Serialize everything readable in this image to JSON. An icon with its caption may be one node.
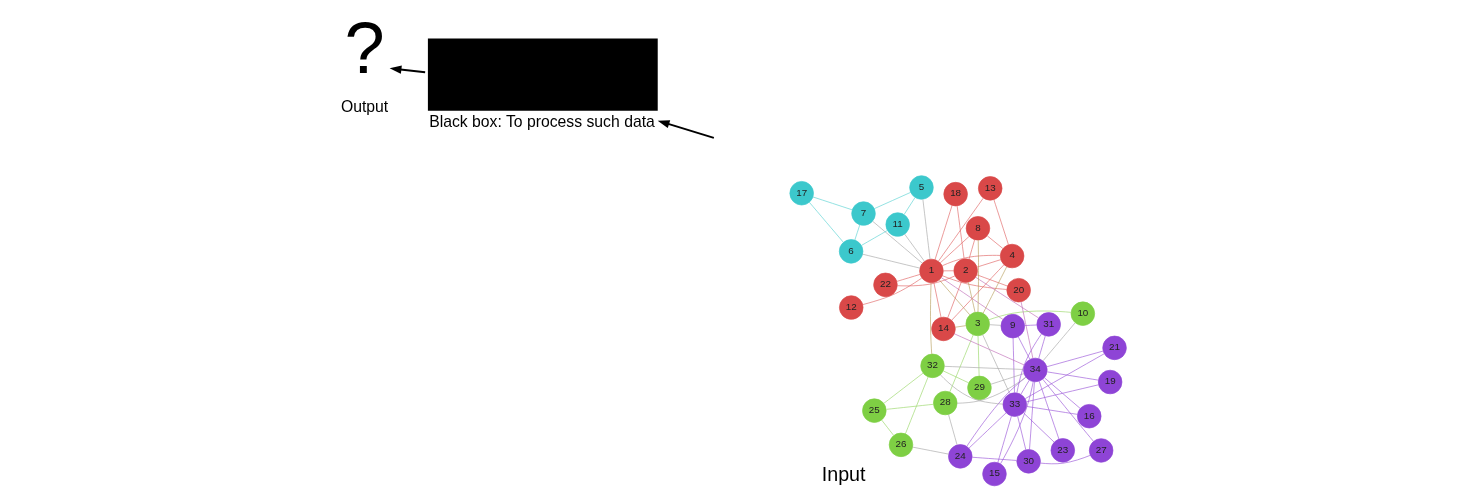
{
  "diagram": {
    "nodes": [
      {
        "text": [
          "1"
        ]
      },
      {
        "text": [
          "2"
        ]
      },
      {
        "text": [
          "3"
        ]
      },
      {
        "text": [
          "4"
        ]
      },
      {
        "text": [
          "5"
        ]
      },
      {
        "text": [
          "6"
        ]
      },
      {
        "text": [
          "7"
        ]
      },
      {
        "text": [
          "8"
        ]
      },
      {
        "text": [
          "9"
        ]
      },
      {
        "text": [
          "10"
        ]
      },
      {
        "text": [
          "11"
        ]
      },
      {
        "text": [
          "12"
        ]
      },
      {
        "text": [
          "13"
        ]
      },
      {
        "text": [
          "14"
        ]
      },
      {
        "text": [
          "15"
        ]
      },
      {
        "text": [
          "16"
        ]
      },
      {
        "text": [
          "17"
        ]
      },
      {
        "text": [
          "18"
        ]
      },
      {
        "text": [
          "19"
        ]
      },
      {
        "text": [
          "20"
        ]
      },
      {
        "text": [
          "21"
        ]
      },
      {
        "text": [
          "22"
        ]
      },
      {
        "text": [
          "23"
        ]
      },
      {
        "text": [
          "24"
        ]
      },
      {
        "text": [
          "25"
        ]
      },
      {
        "text": [
          "26"
        ]
      },
      {
        "text": [
          "27"
        ]
      },
      {
        "text": [
          "28"
        ]
      },
      {
        "text": [
          "29"
        ]
      },
      {
        "text": [
          "30"
        ]
      },
      {
        "text": [
          "31"
        ]
      },
      {
        "text": [
          "32"
        ]
      },
      {
        "text": [
          "33"
        ]
      },
      {
        "text": [
          "34"
        ]
      },
      {
        "text": [],
        "shape": "box",
        "beside": [
          "Black box: To process such data"
        ]
      },
      {
        "text": [
          "?"
        ],
        "beside": [
          "Output"
        ]
      }
    ],
    "edges": [
      {
        "from": 0,
        "to": 1,
        "arrow": "none",
        "color": "#e06666"
      },
      {
        "from": 0,
        "to": 2,
        "arrow": "none",
        "color": "#b8a060"
      },
      {
        "from": 0,
        "to": 3,
        "arrow": "none",
        "color": "#e06666"
      },
      {
        "from": 0,
        "to": 4,
        "arrow": "none",
        "color": "#a8a8a8"
      },
      {
        "from": 0,
        "to": 5,
        "arrow": "none",
        "color": "#a8a8a8"
      },
      {
        "from": 0,
        "to": 6,
        "arrow": "none",
        "color": "#a8a8a8"
      },
      {
        "from": 0,
        "to": 7,
        "arrow": "none",
        "color": "#e06666"
      },
      {
        "from": 0,
        "to": 8,
        "arrow": "none",
        "color": "#c070b8"
      },
      {
        "from": 0,
        "to": 10,
        "arrow": "none",
        "color": "#a8a8a8"
      },
      {
        "from": 0,
        "to": 11,
        "arrow": "none",
        "color": "#e06666"
      },
      {
        "from": 0,
        "to": 12,
        "arrow": "none",
        "color": "#e06666"
      },
      {
        "from": 0,
        "to": 13,
        "arrow": "none",
        "color": "#e06666"
      },
      {
        "from": 0,
        "to": 17,
        "arrow": "none",
        "color": "#e06666"
      },
      {
        "from": 0,
        "to": 19,
        "arrow": "none",
        "color": "#e06666"
      },
      {
        "from": 0,
        "to": 21,
        "arrow": "none",
        "color": "#e06666"
      },
      {
        "from": 0,
        "to": 31,
        "arrow": "none",
        "color": "#b8a060"
      },
      {
        "from": 1,
        "to": 2,
        "arrow": "none",
        "color": "#b8a060"
      },
      {
        "from": 1,
        "to": 3,
        "arrow": "none",
        "color": "#e06666"
      },
      {
        "from": 1,
        "to": 7,
        "arrow": "none",
        "color": "#e06666"
      },
      {
        "from": 1,
        "to": 13,
        "arrow": "none",
        "color": "#e06666"
      },
      {
        "from": 1,
        "to": 17,
        "arrow": "none",
        "color": "#e06666"
      },
      {
        "from": 1,
        "to": 19,
        "arrow": "none",
        "color": "#e06666"
      },
      {
        "from": 1,
        "to": 21,
        "arrow": "none",
        "color": "#e06666"
      },
      {
        "from": 1,
        "to": 30,
        "arrow": "none",
        "color": "#c070b8"
      },
      {
        "from": 2,
        "to": 3,
        "arrow": "none",
        "color": "#b8a060"
      },
      {
        "from": 2,
        "to": 7,
        "arrow": "none",
        "color": "#b8a060"
      },
      {
        "from": 2,
        "to": 8,
        "arrow": "none",
        "color": "#a8a8a8"
      },
      {
        "from": 2,
        "to": 9,
        "arrow": "none",
        "color": "#9ad86a"
      },
      {
        "from": 2,
        "to": 13,
        "arrow": "none",
        "color": "#b8a060"
      },
      {
        "from": 2,
        "to": 27,
        "arrow": "none",
        "color": "#9ad86a"
      },
      {
        "from": 2,
        "to": 28,
        "arrow": "none",
        "color": "#9ad86a"
      },
      {
        "from": 2,
        "to": 32,
        "arrow": "none",
        "color": "#a8a8a8"
      },
      {
        "from": 3,
        "to": 7,
        "arrow": "none",
        "color": "#e06666"
      },
      {
        "from": 3,
        "to": 12,
        "arrow": "none",
        "color": "#e06666"
      },
      {
        "from": 3,
        "to": 13,
        "arrow": "none",
        "color": "#e06666"
      },
      {
        "from": 4,
        "to": 6,
        "arrow": "none",
        "color": "#5cd3d3"
      },
      {
        "from": 4,
        "to": 10,
        "arrow": "none",
        "color": "#5cd3d3"
      },
      {
        "from": 5,
        "to": 6,
        "arrow": "none",
        "color": "#5cd3d3"
      },
      {
        "from": 5,
        "to": 10,
        "arrow": "none",
        "color": "#5cd3d3"
      },
      {
        "from": 5,
        "to": 16,
        "arrow": "none",
        "color": "#5cd3d3"
      },
      {
        "from": 6,
        "to": 16,
        "arrow": "none",
        "color": "#5cd3d3"
      },
      {
        "from": 8,
        "to": 30,
        "arrow": "none"
      },
      {
        "from": 8,
        "to": 32,
        "arrow": "none"
      },
      {
        "from": 8,
        "to": 33,
        "arrow": "none"
      },
      {
        "from": 9,
        "to": 33,
        "arrow": "none",
        "color": "#a8a8a8"
      },
      {
        "from": 13,
        "to": 33,
        "arrow": "none",
        "color": "#c070b8"
      },
      {
        "from": 14,
        "to": 32,
        "arrow": "none"
      },
      {
        "from": 14,
        "to": 33,
        "arrow": "none"
      },
      {
        "from": 15,
        "to": 32,
        "arrow": "none"
      },
      {
        "from": 15,
        "to": 33,
        "arrow": "none"
      },
      {
        "from": 18,
        "to": 32,
        "arrow": "none"
      },
      {
        "from": 18,
        "to": 33,
        "arrow": "none"
      },
      {
        "from": 19,
        "to": 33,
        "arrow": "none",
        "color": "#c070b8"
      },
      {
        "from": 20,
        "to": 32,
        "arrow": "none"
      },
      {
        "from": 20,
        "to": 33,
        "arrow": "none"
      },
      {
        "from": 22,
        "to": 32,
        "arrow": "none"
      },
      {
        "from": 22,
        "to": 33,
        "arrow": "none"
      },
      {
        "from": 23,
        "to": 25,
        "arrow": "none",
        "color": "#a8a8a8"
      },
      {
        "from": 23,
        "to": 27,
        "arrow": "none",
        "color": "#a8a8a8"
      },
      {
        "from": 23,
        "to": 29,
        "arrow": "none"
      },
      {
        "from": 23,
        "to": 32,
        "arrow": "none"
      },
      {
        "from": 23,
        "to": 33,
        "arrow": "none"
      },
      {
        "from": 24,
        "to": 25,
        "arrow": "none",
        "color": "#9ad86a"
      },
      {
        "from": 24,
        "to": 27,
        "arrow": "none",
        "color": "#9ad86a"
      },
      {
        "from": 24,
        "to": 31,
        "arrow": "none",
        "color": "#9ad86a"
      },
      {
        "from": 25,
        "to": 31,
        "arrow": "none",
        "color": "#9ad86a"
      },
      {
        "from": 26,
        "to": 29,
        "arrow": "none"
      },
      {
        "from": 26,
        "to": 33,
        "arrow": "none"
      },
      {
        "from": 27,
        "to": 33,
        "arrow": "none",
        "color": "#a8a8a8"
      },
      {
        "from": 28,
        "to": 31,
        "arrow": "none",
        "color": "#9ad86a"
      },
      {
        "from": 28,
        "to": 33,
        "arrow": "none",
        "color": "#a8a8a8"
      },
      {
        "from": 29,
        "to": 32,
        "arrow": "none"
      },
      {
        "from": 29,
        "to": 33,
        "arrow": "none"
      },
      {
        "from": 30,
        "to": 32,
        "arrow": "none"
      },
      {
        "from": 30,
        "to": 33,
        "arrow": "none"
      },
      {
        "from": 31,
        "to": 32,
        "arrow": "none",
        "color": "#a8a8a8"
      },
      {
        "from": 31,
        "to": 33,
        "arrow": "none",
        "color": "#a8a8a8"
      },
      {
        "from": 32,
        "to": 33,
        "arrow": "none"
      },
      {
        "from": null,
        "to": 34,
        "arrow": "to",
        "color": "#000000"
      },
      {
        "from": 34,
        "to": 35,
        "arrow": "to",
        "color": "#000000"
      }
    ],
    "labels": [
      "Input"
    ]
  }
}
